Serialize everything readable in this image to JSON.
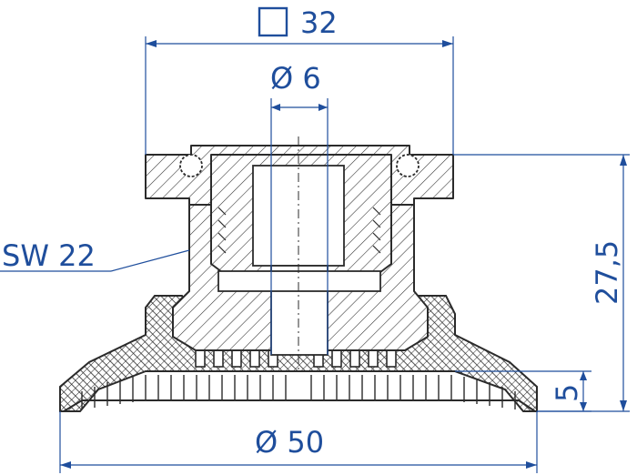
{
  "dimensions": {
    "square_width": "32",
    "bore_diameter": "Ø 6",
    "wrench_size": "SW 22",
    "total_height": "27,5",
    "lip_height": "5",
    "cup_diameter": "Ø 50"
  },
  "colors": {
    "dimension": "#1f4e9c",
    "part_outline": "#2b2b2b"
  }
}
